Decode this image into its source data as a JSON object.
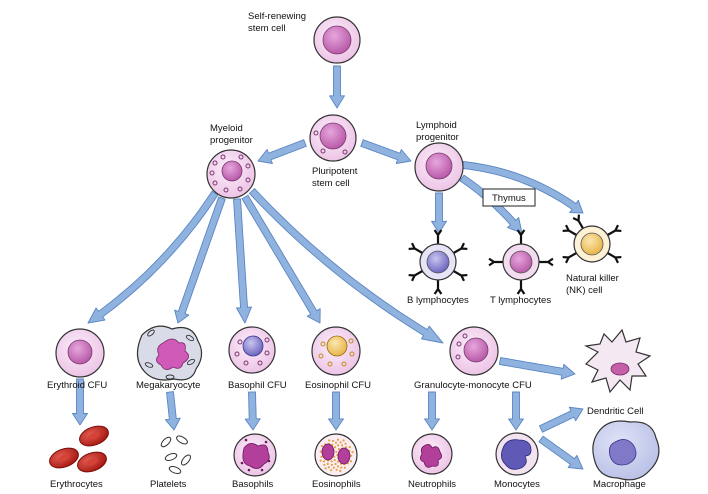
{
  "labels": {
    "self_renewing": [
      "Self-renewing",
      "stem cell"
    ],
    "pluripotent": [
      "Pluripotent",
      "stem cell"
    ],
    "myeloid": [
      "Myeloid",
      "progenitor"
    ],
    "lymphoid": [
      "Lymphoid",
      "progenitor"
    ],
    "thymus": "Thymus",
    "b_lymphocytes": "B lymphocytes",
    "t_lymphocytes": "T lymphocytes",
    "nk_cell": [
      "Natural killer",
      "(NK) cell"
    ],
    "erythroid_cfu": "Erythroid CFU",
    "megakaryocyte": "Megakaryocyte",
    "basophil_cfu": "Basophil CFU",
    "eosinophil_cfu": "Eosinophil CFU",
    "granulocyte_monocyte_cfu": "Granulocyte-monocyte CFU",
    "dendritic_cell": "Dendritic Cell",
    "macrophage": "Macrophage",
    "erythrocytes": "Erythrocytes",
    "platelets": "Platelets",
    "basophils": "Basophils",
    "eosinophils": "Eosinophils",
    "neutrophils": "Neutrophils",
    "monocytes": "Monocytes"
  },
  "colors": {
    "arrow": "#8fb2de",
    "arrow_stroke": "#5b86c4",
    "stem_cytoplasm": "#f4d6ec",
    "stem_nucleus": "#c76cb8",
    "erythrocyte": "#c4231d",
    "basophil_nucleus": "#7a73c6",
    "eosinophil_granule": "#f2c84f"
  },
  "icons": [
    "cell-icon",
    "thymus-box",
    "flow-arrow"
  ]
}
